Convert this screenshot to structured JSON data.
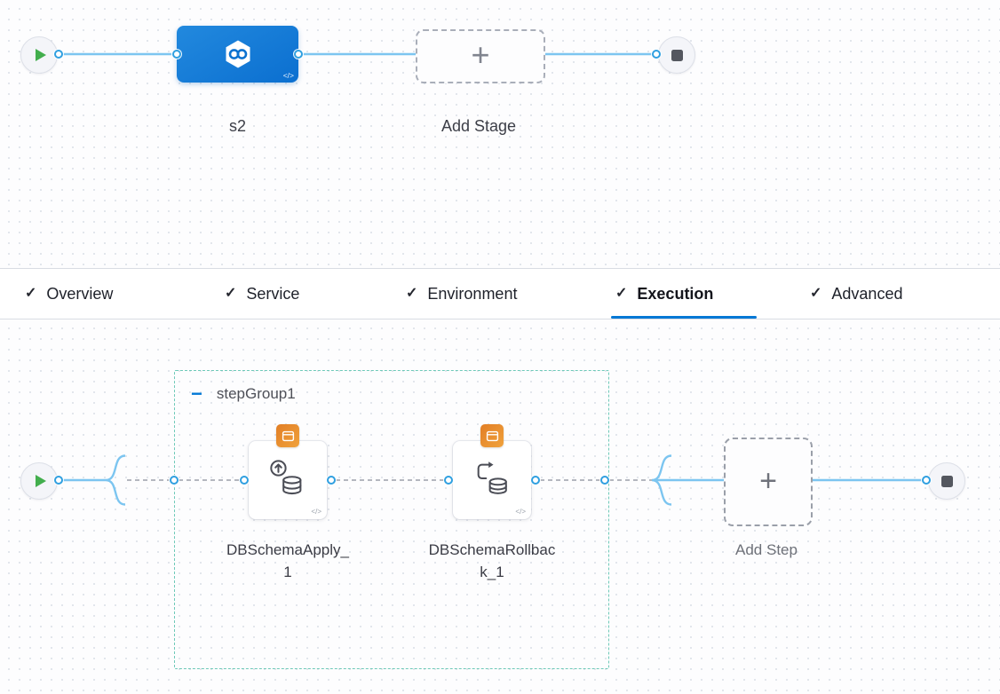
{
  "top_pipeline": {
    "stage_label": "s2",
    "add_stage_label": "Add Stage"
  },
  "tabs": [
    {
      "label": "Overview",
      "checked": true,
      "active": false
    },
    {
      "label": "Service",
      "checked": true,
      "active": false
    },
    {
      "label": "Environment",
      "checked": true,
      "active": false
    },
    {
      "label": "Execution",
      "checked": true,
      "active": true
    },
    {
      "label": "Advanced",
      "checked": true,
      "active": false
    }
  ],
  "execution_graph": {
    "step_group_name": "stepGroup1",
    "steps": [
      {
        "label": "DBSchemaApply_1"
      },
      {
        "label": "DBSchemaRollback_1"
      }
    ],
    "add_step_label": "Add Step"
  },
  "icons": {
    "check": "✓",
    "plus": "+",
    "collapse_minus": "−",
    "code_marker": "</>"
  },
  "colors": {
    "accent_blue": "#0278d5",
    "stage_blue": "#0f79d7",
    "link_blue": "#7cc5f0",
    "group_teal": "#6ec9b8",
    "badge_orange": "#ec8f2e",
    "play_green": "#42ae4d"
  }
}
